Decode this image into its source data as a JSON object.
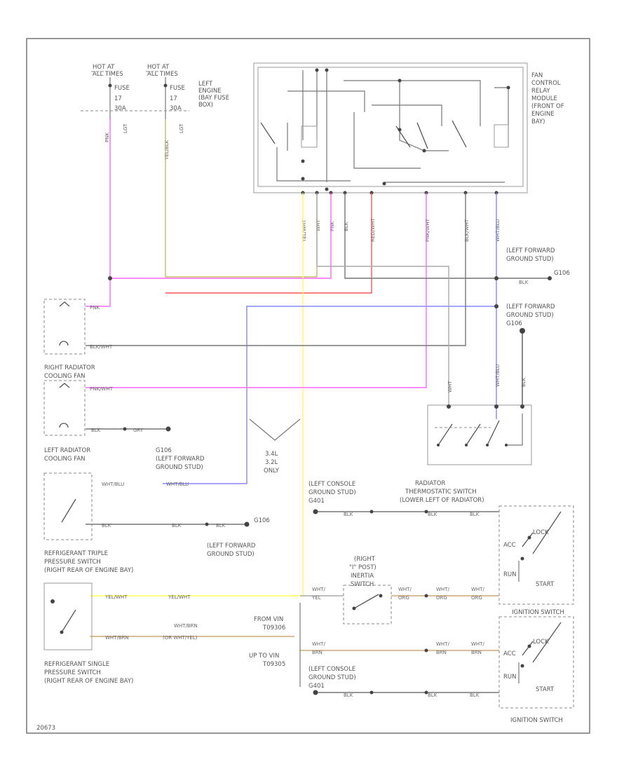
{
  "colors": {
    "pink": "#ff66ff",
    "red": "#ff5555",
    "yellow": "#ffff55",
    "khaki": "#ccbb66",
    "blue": "#8888ff",
    "gray": "#777777",
    "light_gray": "#aaaaaa",
    "tan": "#ccaa77"
  },
  "fuse": {
    "hot1": [
      "HOT AT",
      "ALL TIMES"
    ],
    "hot2": [
      "HOT AT",
      "ALL TIMES"
    ],
    "fuse1": [
      "FUSE",
      "17",
      "30A"
    ],
    "fuse2": [
      "FUSE",
      "17",
      "30A"
    ],
    "fuse_box": [
      "LEFT",
      "ENGINE",
      "(BAY FUSE",
      "BOX)"
    ],
    "wire1": "PNK",
    "wire2": "YEL/BLK",
    "wire1_side": "LGT",
    "wire2_side": "LGT"
  },
  "relay_module": {
    "label": [
      "FAN",
      "CONTROL",
      "RELAY",
      "MODULE",
      "(FRONT OF",
      "ENGINE",
      "BAY)"
    ],
    "wires": [
      "YEL/WHT",
      "WHT",
      "PNK",
      "BLK",
      "RED/WHT",
      "PNK/WHT",
      "BLK/WHT",
      "WHT/BLU"
    ]
  },
  "ground_g106_top": [
    "(LEFT FORWARD",
    "GROUND STUD)"
  ],
  "g106_top_id": "G106",
  "blk_label": "BLK",
  "ground_g106_mid": [
    "(LEFT FORWARD",
    "GROUND STUD)",
    "G106"
  ],
  "right_fan": {
    "label": [
      "RIGHT RADIATOR",
      "COOLING FAN"
    ],
    "pnk": "PNK",
    "blk_wht": "BLK/WHT",
    "pnk_wht": "PNK/WHT"
  },
  "left_fan": {
    "label": [
      "LEFT RADIATOR",
      "COOLING FAN"
    ],
    "blk1": "BLK",
    "blk2": "GRY"
  },
  "g106_left": [
    "G106",
    "(LEFT FORWARD",
    "GROUND STUD)"
  ],
  "jumper_note": [
    "3.4L",
    "3.2L",
    "ONLY"
  ],
  "triple_switch": {
    "label": [
      "REFRIGERANT TRIPLE",
      "PRESSURE SWITCH",
      "(RIGHT REAR OF ENGINE BAY)"
    ],
    "wht_blu1": "WHT/BLU",
    "wht_blu2": "WHT/BLU",
    "blk1": "BLK",
    "blk2": "BLK",
    "blk3": "BLK",
    "ground_id": "G106",
    "ground_label": [
      "(LEFT FORWARD",
      "GROUND STUD)"
    ]
  },
  "single_switch": {
    "label": [
      "REFRIGERANT SINGLE",
      "PRESSURE SWITCH",
      "(RIGHT REAR OF ENGINE BAY)"
    ],
    "yel_wht1": "YEL/WHT",
    "yel_wht2": "YEL/WHT",
    "wht_brn1": "WHT/BRN",
    "wht_brn2": "(OR WHT/YEL)"
  },
  "thermo": {
    "label": [
      "RADIATOR",
      "THERMOSTATIC SWITCH",
      "(LOWER LEFT OF RADIATOR)"
    ],
    "w1": "WHT",
    "w2": "WHT/BLU",
    "w3": "BLK"
  },
  "console_ground_1": [
    "(LEFT CONSOLE",
    "GROUND STUD)",
    "G401"
  ],
  "console_ground_2": [
    "(LEFT CONSOLE",
    "GROUND STUD)",
    "G401"
  ],
  "blk_labels": [
    "BLK",
    "BLK",
    "BLK",
    "BLK",
    "BLK",
    "BLK"
  ],
  "post_switch": {
    "label": [
      "(RIGHT",
      "\"I\" POST)",
      "INERTIA",
      "SWITCH"
    ],
    "left_wire": [
      "WHT/",
      "YEL"
    ]
  },
  "wire_orn": [
    "WHT/",
    "ORG"
  ],
  "wire_brn": [
    "WHT/",
    "BRN"
  ],
  "from_vin": [
    "FROM VIN",
    "T09306"
  ],
  "up_to_vin": [
    "UP TO VIN",
    "T09305"
  ],
  "ignition": {
    "label": "IGNITION SWITCH",
    "lock": "LOCK",
    "acc": "ACC",
    "run": "RUN",
    "start": "START"
  },
  "corner_id": "20673"
}
